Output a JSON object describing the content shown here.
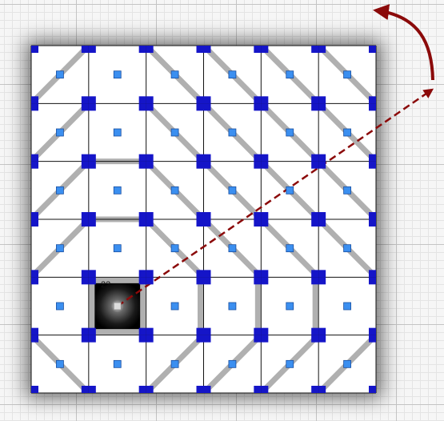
{
  "grid": {
    "cols": 6,
    "rows": 6,
    "cell_edges": [
      [
        "NE",
        "",
        "NW",
        "NW",
        "NW",
        "NW"
      ],
      [
        "NE",
        "S",
        "NW",
        "NW",
        "NW",
        "NW"
      ],
      [
        "NE",
        "S",
        "NW",
        "NW",
        "NW",
        "NW"
      ],
      [
        "NE",
        "",
        "NW",
        "NW",
        "NW",
        "NW"
      ],
      [
        "",
        "WES",
        "E",
        "E",
        "E",
        ""
      ],
      [
        "SW",
        "",
        "NE",
        "NE",
        "NE",
        "NE"
      ]
    ]
  },
  "hole": {
    "row": 4,
    "col": 1,
    "label": "22"
  },
  "colors": {
    "board": "#ffffff",
    "grid_line": "#111111",
    "wall": "#b0b0b0",
    "corner_marker": "#1515c8",
    "center_marker": "#3b8ff0",
    "arrow": "#8b0a0a"
  }
}
